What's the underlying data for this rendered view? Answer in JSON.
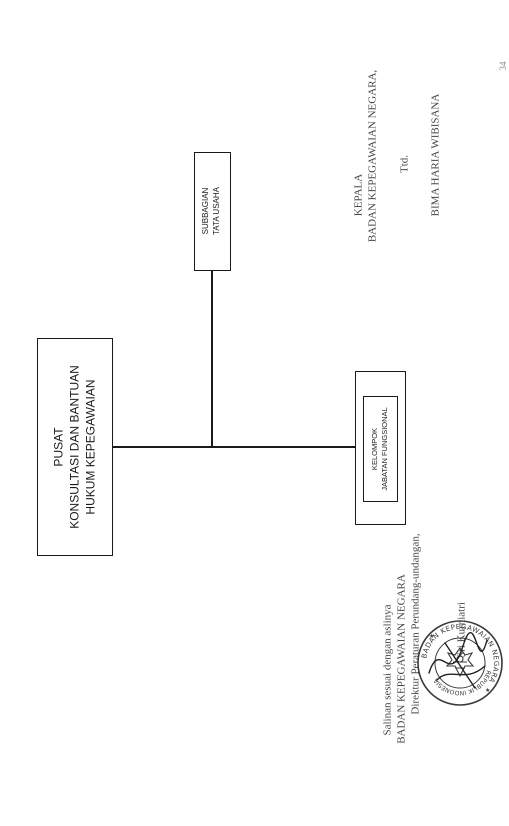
{
  "org_chart": {
    "main_unit": {
      "line1": "PUSAT",
      "line2": "KONSULTASI DAN BANTUAN",
      "line3": "HUKUM KEPEGAWAIAN"
    },
    "sub_unit": {
      "line1": "SUBBAGIAN",
      "line2": "TATA USAHA"
    },
    "functional_group": {
      "line1": "KELOMPOK",
      "line2": "JABATAN FUNGSIONAL"
    }
  },
  "signature_block": {
    "position": "KEPALA",
    "agency": "BADAN KEPEGAWAIAN NEGARA,",
    "signed": "Ttd.",
    "name": "BIMA HARIA WIBISANA"
  },
  "copy_block": {
    "line1": "Salinan sesuai dengan aslinya",
    "line2": "BADAN KEPEGAWAIAN NEGARA",
    "line3": "Direktur Peraturan Perundang-undangan,",
    "signer": "Sri Kurniatri"
  },
  "stamp": {
    "outer_text": "BADAN KEPEGAWAIAN NEGARA",
    "inner_text": "REPUBLIK INDONESIA"
  },
  "page_number": "34"
}
